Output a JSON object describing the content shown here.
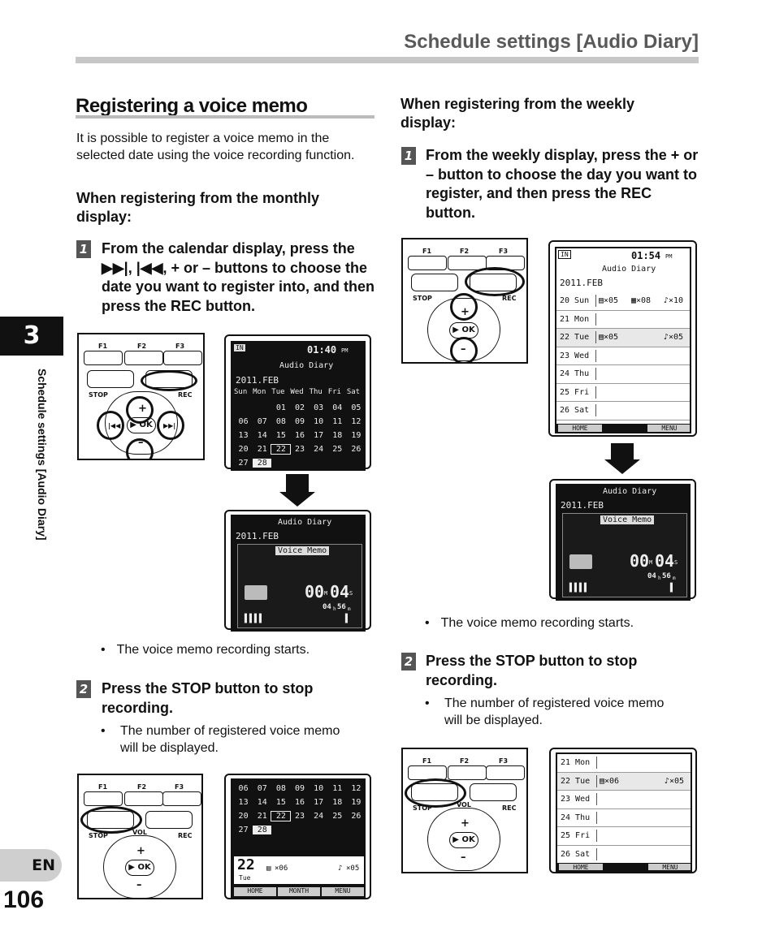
{
  "header": {
    "title": "Schedule settings [Audio Diary]"
  },
  "chapter": {
    "number": "3",
    "side_label": "Schedule settings [Audio Diary]",
    "lang": "EN",
    "page": "106"
  },
  "section": {
    "title": "Registering a voice memo",
    "intro": "It is possible to register a voice memo in the selected date using the voice recording function."
  },
  "monthly": {
    "heading": "When registering from the monthly display:",
    "step1": "From the calendar display, press the ▶▶|, |◀◀, + or – buttons to choose the date you want to register into, and then press the REC button.",
    "bullet1": "The voice memo recording starts.",
    "step2": "Press the STOP button to stop recording.",
    "bullet2": "The number of registered voice memo will be displayed."
  },
  "weekly": {
    "heading": "When registering from the weekly display:",
    "step1": "From the weekly display, press the + or – button to choose the day you want to register, and then press the REC button.",
    "bullet1": "The voice memo recording starts.",
    "step2": "Press the STOP button to stop recording.",
    "bullet2": "The number of registered voice memo will be displayed."
  },
  "device": {
    "f1": "F1",
    "f2": "F2",
    "f3": "F3",
    "stop": "STOP",
    "rec": "REC",
    "vol": "VOL",
    "ok": "▶ OK",
    "plus": "+",
    "minus": "–",
    "prev": "|◀◀",
    "next": "▶▶|"
  },
  "steps": {
    "one": "1",
    "two": "2"
  },
  "screens": {
    "month": {
      "in": "IN",
      "time": "01:40",
      "ampm": "PM",
      "title": "Audio Diary",
      "month": "2011.FEB",
      "days": [
        "Sun",
        "Mon",
        "Tue",
        "Wed",
        "Thu",
        "Fri",
        "Sat"
      ],
      "rows": [
        [
          "",
          "",
          "01",
          "02",
          "03",
          "04",
          "05"
        ],
        [
          "06",
          "07",
          "08",
          "09",
          "10",
          "11",
          "12"
        ],
        [
          "13",
          "14",
          "15",
          "16",
          "17",
          "18",
          "19"
        ],
        [
          "20",
          "21",
          "22",
          "23",
          "24",
          "25",
          "26"
        ],
        [
          "27",
          "28",
          "",
          "",
          "",
          "",
          ""
        ]
      ]
    },
    "rec": {
      "title": "Audio Diary",
      "month": "2011.FEB",
      "label": "Voice Memo",
      "time": "00M04S",
      "remain": "04h56m",
      "rec_mm": "00",
      "rec_m": "M",
      "rec_ss": "04",
      "rec_s": "S",
      "remain_h": "04",
      "remain_hu": "h",
      "remain_mm": "56",
      "remain_mu": "m",
      "bars": "▌▌▌▌",
      "bar2": "▌"
    },
    "week": {
      "in": "IN",
      "time": "01:54",
      "ampm": "PM",
      "title": "Audio Diary",
      "month": "2011.FEB",
      "rows": [
        {
          "day": "20 Sun",
          "a": "×05",
          "b": "×08",
          "c": "×10"
        },
        {
          "day": "21 Mon"
        },
        {
          "day": "22 Tue",
          "a": "×05",
          "c": "×05",
          "sel": true
        },
        {
          "day": "23 Wed"
        },
        {
          "day": "24 Thu"
        },
        {
          "day": "25 Fri"
        },
        {
          "day": "26 Sat"
        }
      ],
      "home": "HOME",
      "menu": "MENU"
    },
    "month_done": {
      "rows": [
        [
          "06",
          "07",
          "08",
          "09",
          "10",
          "11",
          "12"
        ],
        [
          "13",
          "14",
          "15",
          "16",
          "17",
          "18",
          "19"
        ],
        [
          "20",
          "21",
          "22",
          "23",
          "24",
          "25",
          "26"
        ],
        [
          "27",
          "28",
          "",
          "",
          "",
          "",
          ""
        ]
      ],
      "big": "22",
      "dow": "Tue",
      "memo": "×06",
      "voice": "×05",
      "home": "HOME",
      "month_btn": "MONTH",
      "menu": "MENU"
    },
    "week_done": {
      "rows": [
        {
          "day": "21 Mon"
        },
        {
          "day": "22 Tue",
          "a": "×06",
          "c": "×05",
          "sel": true
        },
        {
          "day": "23 Wed"
        },
        {
          "day": "24 Thu"
        },
        {
          "day": "25 Fri"
        },
        {
          "day": "26 Sat"
        }
      ],
      "home": "HOME",
      "menu": "MENU"
    }
  }
}
